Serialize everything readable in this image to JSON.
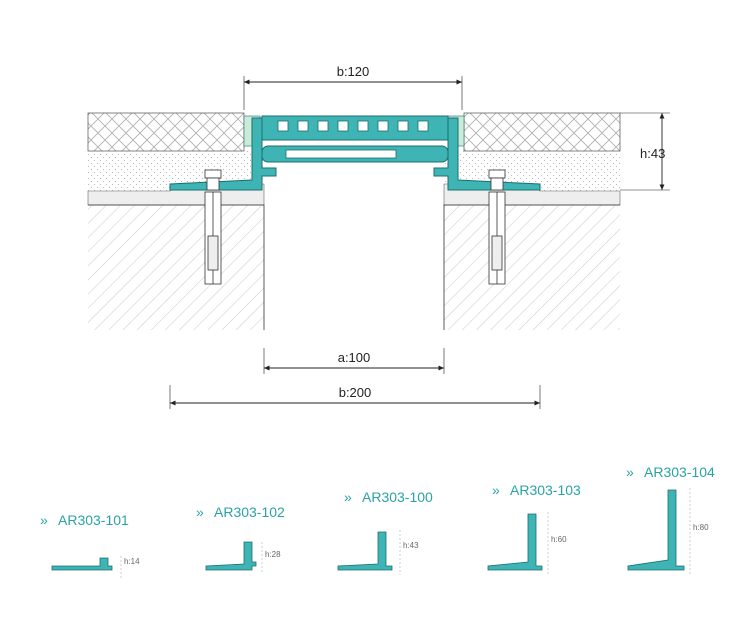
{
  "colors": {
    "accent": "#2aa3a6",
    "profile_fill": "#3fb4b4",
    "profile_stroke": "#1d6e70",
    "insert_fill": "#c9ebd8",
    "line": "#333333",
    "hatch": "#9a9a9a"
  },
  "dimensions": {
    "b_top": "b:120",
    "h_total": "h:43",
    "a_gap": "a:100",
    "b_bottom": "b:200"
  },
  "variants": [
    {
      "code": "AR303-101",
      "height": "h:14"
    },
    {
      "code": "AR303-102",
      "height": "h:28"
    },
    {
      "code": "AR303-100",
      "height": "h:43"
    },
    {
      "code": "AR303-103",
      "height": "h:60"
    },
    {
      "code": "AR303-104",
      "height": "h:80"
    }
  ],
  "icons": {
    "variant_marker": "double-chevron-right-icon"
  }
}
